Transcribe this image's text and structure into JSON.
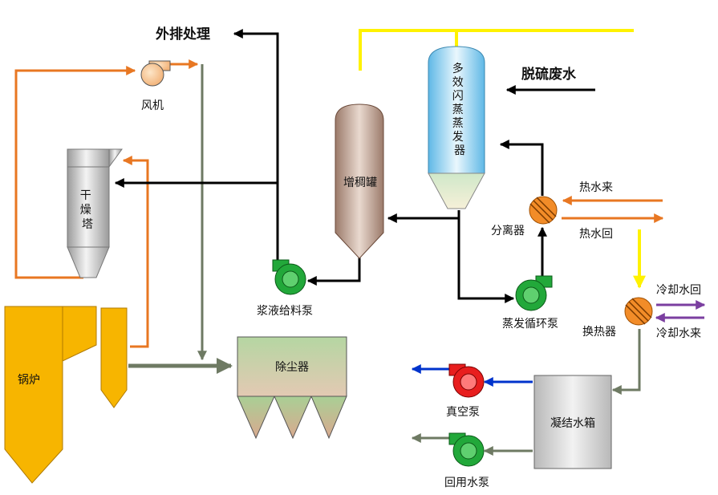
{
  "labels": {
    "external_discharge": "外排处理",
    "desulf_wastewater": "脱硫废水",
    "fan": "风机",
    "evaporator": "多效闪蒸蒸发器",
    "thickener": "增稠罐",
    "dryer": "干燥塔",
    "hot_water_in": "热水来",
    "hot_water_return": "热水回",
    "separator": "分离器",
    "slurry_pump": "浆液给料泵",
    "circ_pump": "蒸发循环泵",
    "cooling_return": "冷却水回",
    "cooling_in": "冷却水来",
    "heat_exchanger": "换热器",
    "boiler": "锅炉",
    "dust_collector": "除尘器",
    "vacuum_pump": "真空泵",
    "condensate_tank": "凝结水箱",
    "reuse_pump": "回用水泵"
  },
  "colors": {
    "orange": "#E87722",
    "yellow": "#FFF200",
    "black": "#000000",
    "gray": "#6E7A63",
    "purple": "#7B3FA0",
    "blue": "#0033CC",
    "pump_green": "#22A83A",
    "pump_red": "#E81E1E",
    "boiler_fill": "#F7B500"
  }
}
